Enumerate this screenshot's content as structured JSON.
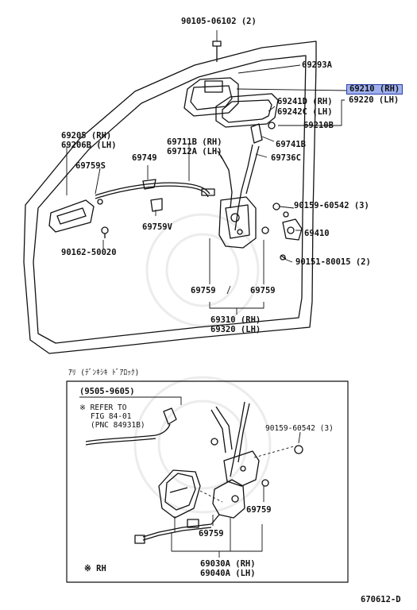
{
  "main_parts": {
    "p90105_06102": "90105-06102 (2)",
    "p69293A": "69293A",
    "p69210_rh": "69210 (RH)",
    "p69220_lh": "69220 (LH)",
    "p69241D": "69241D (RH)",
    "p69242C": "69242C (LH)",
    "p69210B": "69210B",
    "p69205": "69205  (RH)",
    "p69206B": "69206B (LH)",
    "p69711B": "69711B (RH)",
    "p69712A": "69712A (LH)",
    "p69741B": "69741B",
    "p69749": "69749",
    "p69736C": "69736C",
    "p69759S": "69759S",
    "p90159_a": "90159-60542 (3)",
    "p69410": "69410",
    "p69759V": "69759V",
    "p90162": "90162-50020",
    "p90151": "90151-80015 (2)",
    "p69759_l": "69759",
    "p69759_r": "69759",
    "p69310": "69310 (RH)",
    "p69320": "69320 (LH)"
  },
  "inset": {
    "title": "ｱﾘ (ﾃﾞﾝｷｼｷ ﾄﾞｱﾛｯｸ)",
    "date_range": "(9505-9605)",
    "refer_1": "※ REFER TO",
    "refer_2": "FIG 84-01",
    "refer_3": "(PNC 84931B)",
    "p90159_b": "90159-60542 (3)",
    "p69759_a": "69759",
    "p69759_b": "69759",
    "p69030A": "69030A (RH)",
    "p69040A": "69040A (LH)",
    "rh_note": "※ RH"
  },
  "figure_code": "670612-D",
  "highlight_color": "#9fb0ee"
}
